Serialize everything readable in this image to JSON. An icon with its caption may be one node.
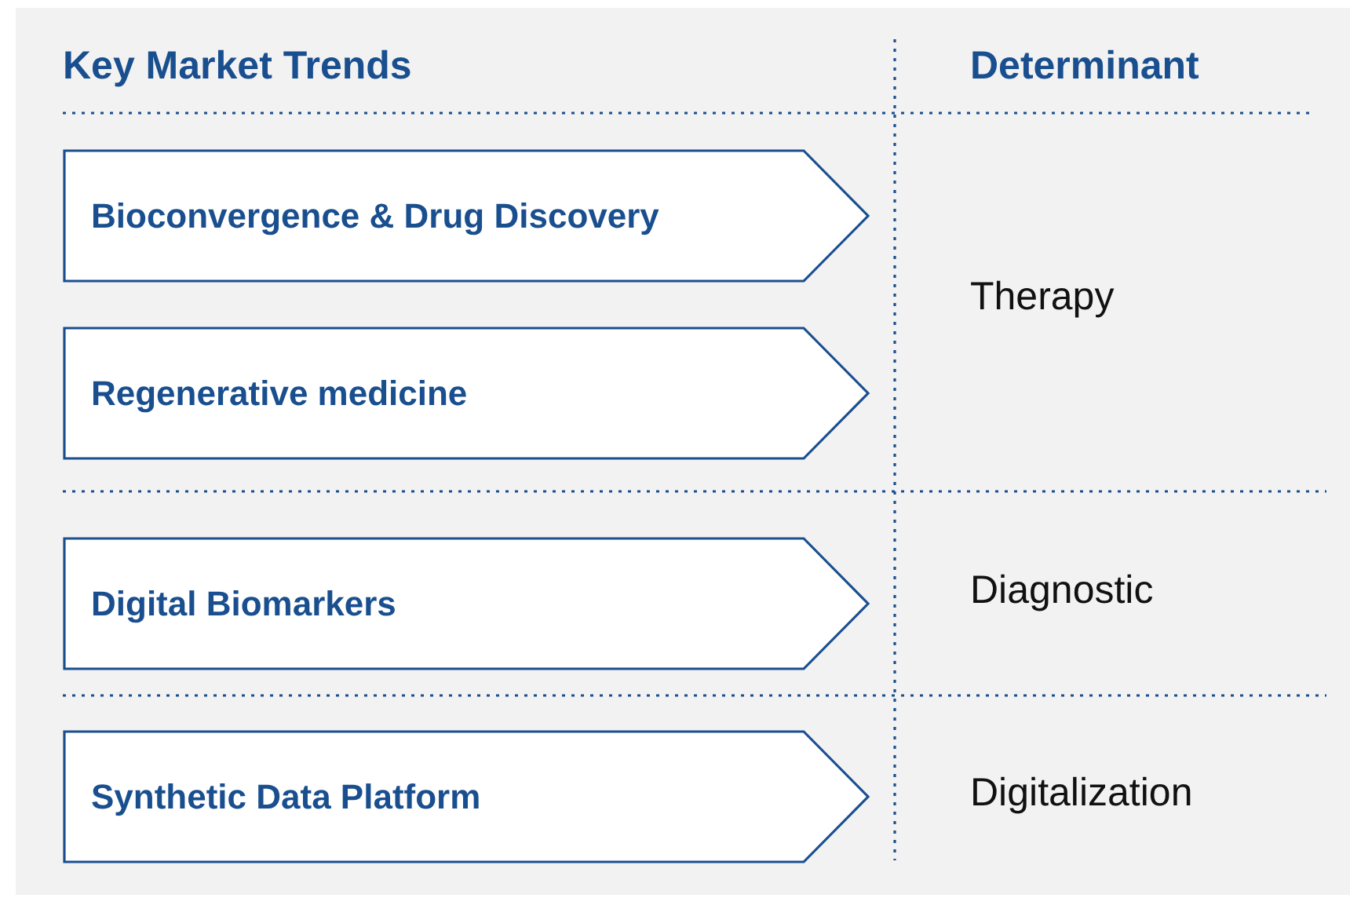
{
  "diagram": {
    "nodes": [
      {
        "text": [
          "Bioconvergence & Drug Discovery"
        ]
      },
      {
        "text": [
          "Regenerative medicine"
        ]
      },
      {
        "text": [
          "Digital Biomarkers"
        ]
      },
      {
        "text": [
          "Synthetic Data Platform"
        ]
      }
    ],
    "labels": [
      "Key Market Trends",
      "Determinant",
      "Therapy",
      "Diagnostic",
      "Digitalization"
    ]
  }
}
